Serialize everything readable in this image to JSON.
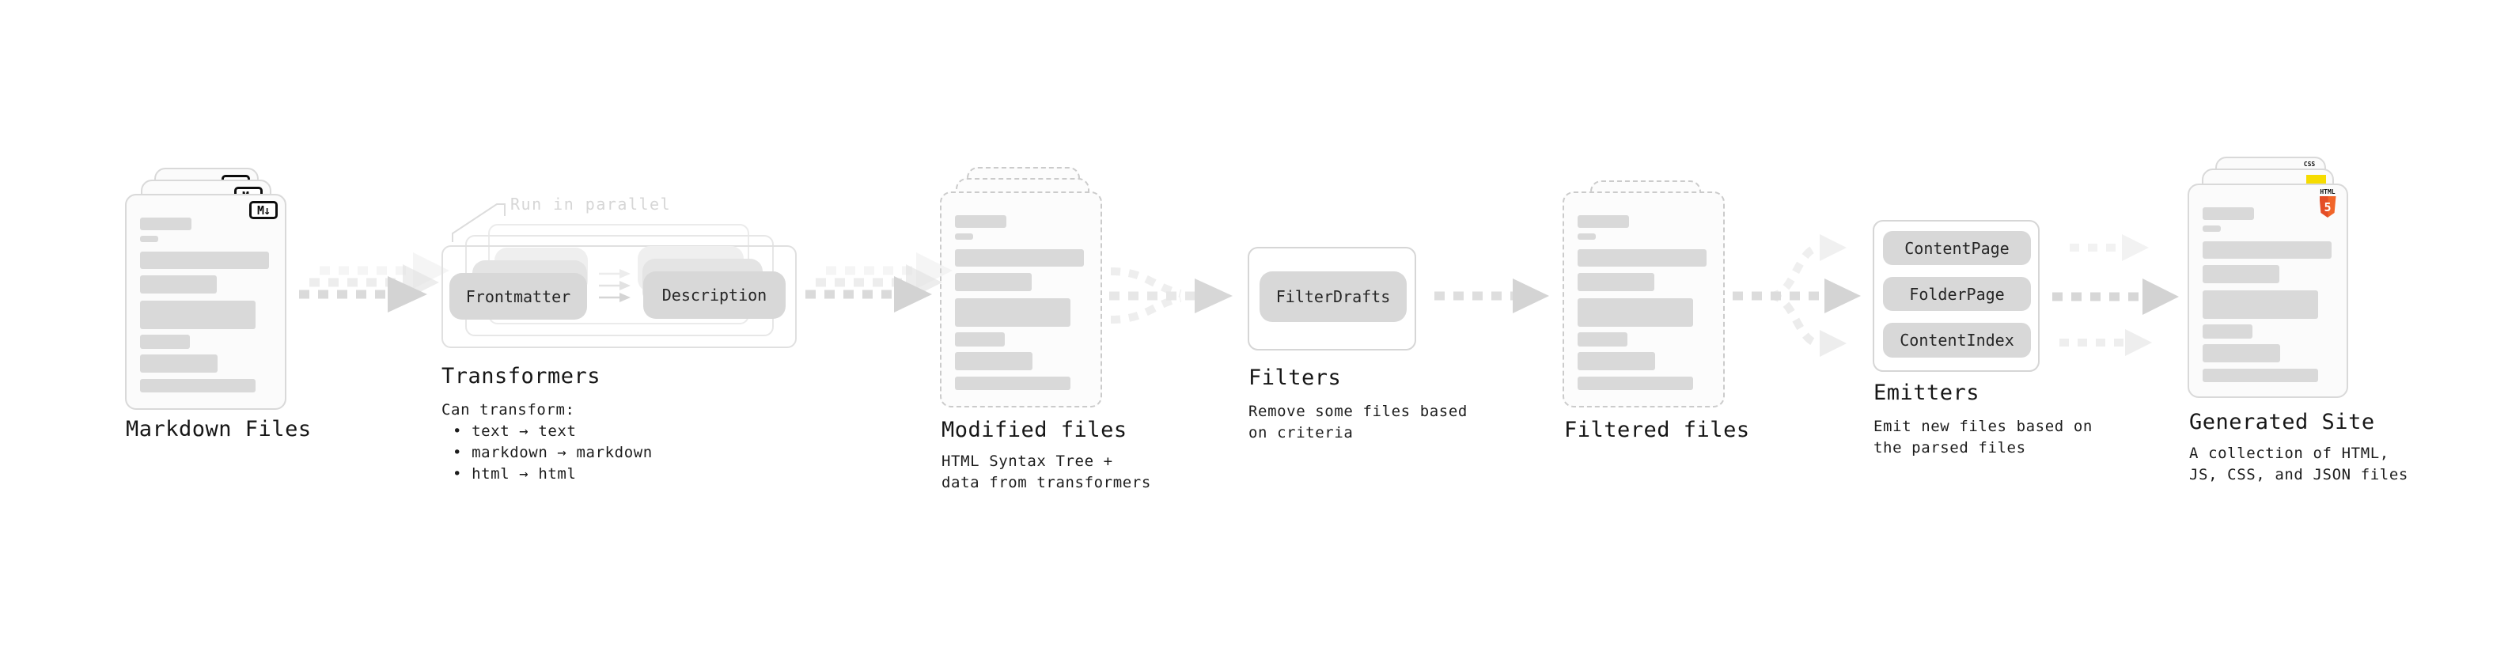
{
  "stages": {
    "markdown": {
      "label": "Markdown Files",
      "badge": "M↓"
    },
    "transformers": {
      "label": "Transformers",
      "note": "Run in parallel",
      "pill_left": "Frontmatter",
      "pill_right": "Description",
      "desc_title": "Can transform:",
      "bullets": [
        "• text → text",
        "• markdown → markdown",
        "• html → html"
      ]
    },
    "modified": {
      "label": "Modified files",
      "desc": [
        "HTML Syntax Tree +",
        "data from transformers"
      ]
    },
    "filters": {
      "label": "Filters",
      "pill": "FilterDrafts",
      "desc": [
        "Remove some files based",
        "on criteria"
      ]
    },
    "filtered": {
      "label": "Filtered files"
    },
    "emitters": {
      "label": "Emitters",
      "pills": [
        "ContentPage",
        "FolderPage",
        "ContentIndex"
      ],
      "desc": [
        "Emit new files based on",
        "the parsed files"
      ]
    },
    "generated": {
      "label": "Generated Site",
      "desc": [
        "A collection of HTML,",
        "JS, CSS, and JSON files"
      ],
      "badges": {
        "css": "CSS",
        "html_top": "HTML",
        "html_number": "5"
      }
    }
  },
  "colors": {
    "pill_gray": "#d8d8d8",
    "skeleton_gray": "#d9d9d9",
    "arrow_gray": "#d4d4d4",
    "html_orange": "#e44d26",
    "js_yellow": "#f6dc00",
    "css_blue": "#2d53e5"
  }
}
